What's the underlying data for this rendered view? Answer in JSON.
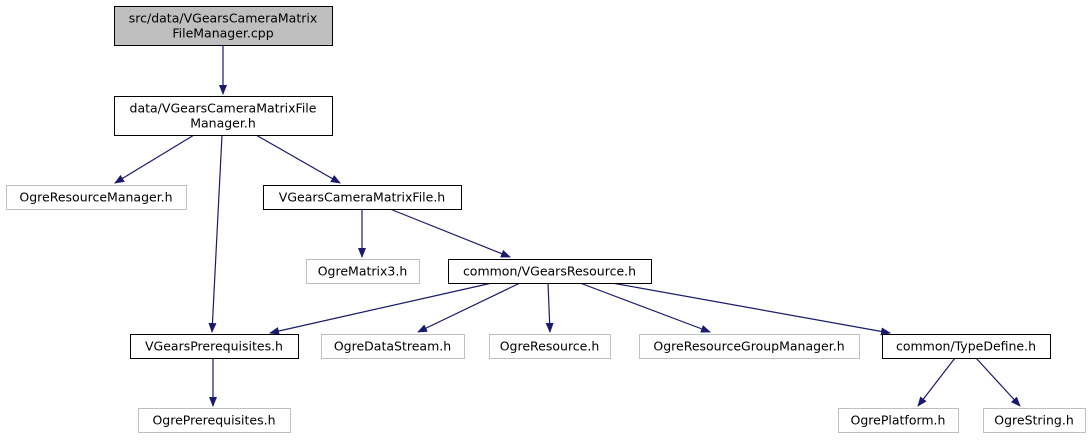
{
  "diagram": {
    "colors": {
      "edge": "#191970",
      "node_border_solid": "#000000",
      "node_border_external": "#bfbfbf",
      "node_fill_root": "#bfbfbf",
      "node_fill_default": "#ffffff"
    },
    "nodes": [
      {
        "id": "root",
        "lines": [
          "src/data/VGearsCameraMatrix",
          "FileManager.cpp"
        ],
        "style": "root"
      },
      {
        "id": "cmfm_h",
        "lines": [
          "data/VGearsCameraMatrixFile",
          "Manager.h"
        ],
        "style": "internal"
      },
      {
        "id": "ogre_rm",
        "lines": [
          "OgreResourceManager.h"
        ],
        "style": "external"
      },
      {
        "id": "cmf_h",
        "lines": [
          "VGearsCameraMatrixFile.h"
        ],
        "style": "internal"
      },
      {
        "id": "ogre_m3",
        "lines": [
          "OgreMatrix3.h"
        ],
        "style": "external"
      },
      {
        "id": "vres_h",
        "lines": [
          "common/VGearsResource.h"
        ],
        "style": "internal"
      },
      {
        "id": "vprereq_h",
        "lines": [
          "VGearsPrerequisites.h"
        ],
        "style": "internal"
      },
      {
        "id": "ogre_ds",
        "lines": [
          "OgreDataStream.h"
        ],
        "style": "external"
      },
      {
        "id": "ogre_res",
        "lines": [
          "OgreResource.h"
        ],
        "style": "external"
      },
      {
        "id": "ogre_rgm",
        "lines": [
          "OgreResourceGroupManager.h"
        ],
        "style": "external"
      },
      {
        "id": "typedef_h",
        "lines": [
          "common/TypeDefine.h"
        ],
        "style": "internal"
      },
      {
        "id": "ogre_prereq",
        "lines": [
          "OgrePrerequisites.h"
        ],
        "style": "external"
      },
      {
        "id": "ogre_plat",
        "lines": [
          "OgrePlatform.h"
        ],
        "style": "external"
      },
      {
        "id": "ogre_str",
        "lines": [
          "OgreString.h"
        ],
        "style": "external"
      }
    ],
    "edges": [
      {
        "from": "root",
        "to": "cmfm_h"
      },
      {
        "from": "cmfm_h",
        "to": "ogre_rm"
      },
      {
        "from": "cmfm_h",
        "to": "cmf_h"
      },
      {
        "from": "cmfm_h",
        "to": "vprereq_h"
      },
      {
        "from": "cmf_h",
        "to": "ogre_m3"
      },
      {
        "from": "cmf_h",
        "to": "vres_h"
      },
      {
        "from": "vres_h",
        "to": "vprereq_h"
      },
      {
        "from": "vres_h",
        "to": "ogre_ds"
      },
      {
        "from": "vres_h",
        "to": "ogre_res"
      },
      {
        "from": "vres_h",
        "to": "ogre_rgm"
      },
      {
        "from": "vres_h",
        "to": "typedef_h"
      },
      {
        "from": "vprereq_h",
        "to": "ogre_prereq"
      },
      {
        "from": "typedef_h",
        "to": "ogre_plat"
      },
      {
        "from": "typedef_h",
        "to": "ogre_str"
      }
    ]
  }
}
